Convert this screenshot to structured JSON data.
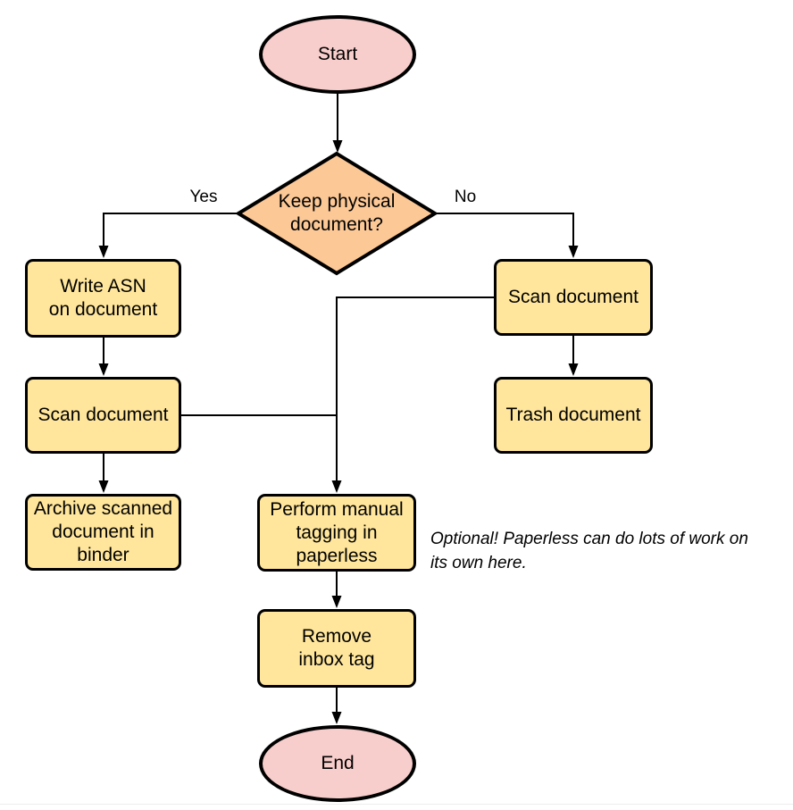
{
  "colors": {
    "background": "#ffffff",
    "stroke": "#000000",
    "process_fill": "#ffe69c",
    "terminal_fill": "#f8cecc",
    "decision_fill": "#fcc896"
  },
  "nodes": {
    "start": {
      "type": "terminal",
      "lines": [
        "Start"
      ]
    },
    "decision": {
      "type": "decision",
      "lines": [
        "Keep physical",
        "document?"
      ]
    },
    "write_asn": {
      "type": "process",
      "lines": [
        "Write ASN",
        "on document"
      ]
    },
    "scan_left": {
      "type": "process",
      "lines": [
        "Scan document"
      ]
    },
    "archive": {
      "type": "process",
      "lines": [
        "Archive scanned",
        "document in",
        "binder"
      ]
    },
    "scan_right": {
      "type": "process",
      "lines": [
        "Scan document"
      ]
    },
    "trash": {
      "type": "process",
      "lines": [
        "Trash document"
      ]
    },
    "tagging": {
      "type": "process",
      "lines": [
        "Perform manual",
        "tagging in",
        "paperless"
      ]
    },
    "remove_inbox": {
      "type": "process",
      "lines": [
        "Remove",
        "inbox tag"
      ]
    },
    "end": {
      "type": "terminal",
      "lines": [
        "End"
      ]
    }
  },
  "edge_labels": {
    "yes": "Yes",
    "no": "No"
  },
  "annotation": {
    "lines": [
      "Optional! Paperless can do lots of work on",
      "its own here."
    ]
  }
}
